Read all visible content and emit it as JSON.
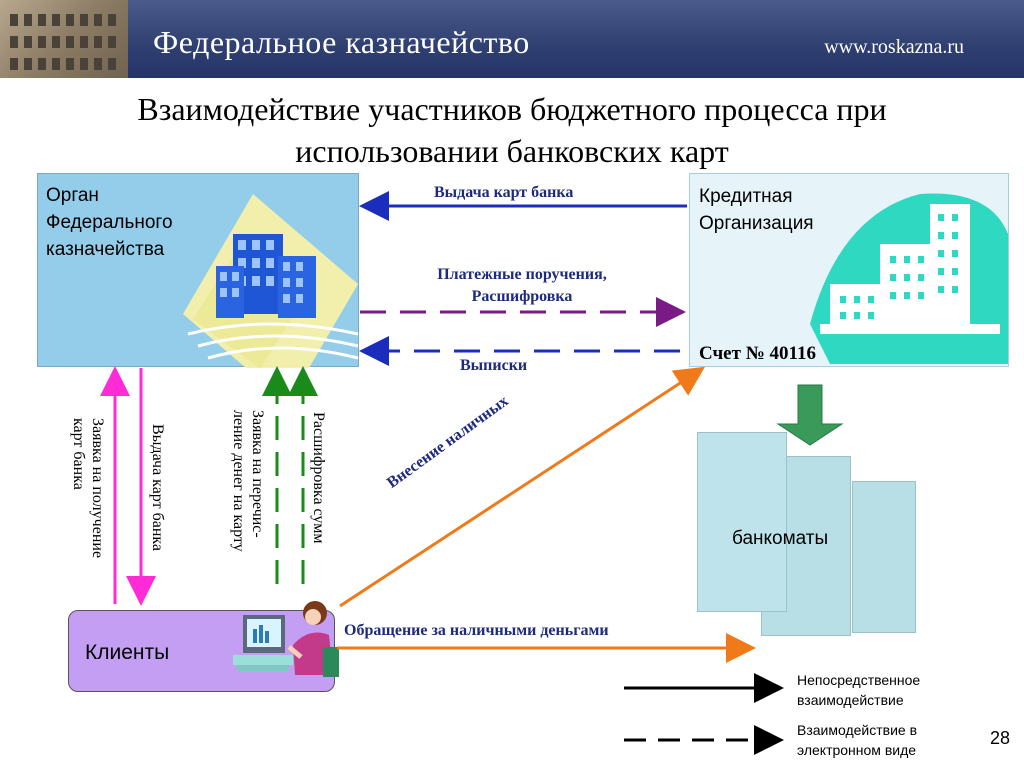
{
  "header": {
    "org_name": "Федеральное казначейство",
    "url": "www.roskazna.ru"
  },
  "title": {
    "line1": "Взаимодействие участников бюджетного процесса при",
    "line2": "использовании банковских карт"
  },
  "nodes": {
    "treasury": [
      "Орган",
      "Федерального",
      "казначейства"
    ],
    "bank": [
      "Кредитная",
      "Организация"
    ],
    "account": "Счет № 40116",
    "clients": "Клиенты",
    "atms": "банкоматы"
  },
  "arrows": {
    "card_issue": "Выдача карт банка",
    "payment_orders_1": "Платежные поручения,",
    "payment_orders_2": "Расшифровка",
    "statements": "Выписки",
    "cash_deposit": "Внесение наличных",
    "cash_request": "Обращение за наличными  деньгами",
    "card_application": [
      "Заявка на получение",
      "карт банка"
    ],
    "card_issue_vertical": "Выдача карт банка",
    "transfer_application": [
      "Заявка на перечис-",
      "ление денег на карту"
    ],
    "sum_breakdown": [
      "Расшифровка сумм"
    ]
  },
  "legend": {
    "direct": [
      "Непосредственное",
      "взаимодействие"
    ],
    "electronic": [
      "Взаимодействие в",
      "электронном виде"
    ]
  },
  "page_number": "28",
  "colors": {
    "header_bg": "#2f3f70",
    "treasury_bg": "#93cdea",
    "bank_bg": "#e6f4fa",
    "clients_bg": "#c49ef2",
    "atm_bg": "#b8dfe5",
    "blue_arrow": "#1a2dbd",
    "purple_arrow": "#7a1a86",
    "orange_arrow": "#f07a1a",
    "magenta_arrow": "#ff2bd6",
    "green_arrow": "#1a8a1a",
    "label_text": "#1d2a7d",
    "building_teal": "#2fd8c0"
  }
}
